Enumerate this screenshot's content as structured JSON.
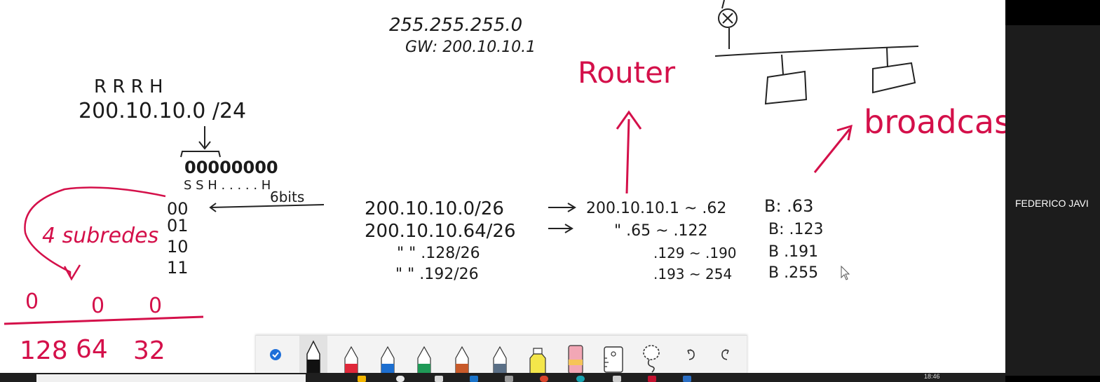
{
  "whiteboard": {
    "top_notes": {
      "mask": "255.255.255.0",
      "gateway": "GW: 200.10.10.1"
    },
    "bit_roles": "R R R H",
    "network": "200.10.10.0 /24",
    "host_octet_bits": "00000000",
    "bit_roles_below": "S S H . . . . . H",
    "subnet_bits": [
      "00",
      "01",
      "10",
      "11"
    ],
    "bits_note": "6bits",
    "subnets_note": "4 subredes",
    "bit_placeholders": [
      "0",
      "0",
      "0"
    ],
    "bit_values": [
      "128",
      "64",
      "32"
    ],
    "subnets": [
      {
        "network": "200.10.10.0/26",
        "range": "200.10.10.1 ~ .62",
        "broadcast": "B: .63"
      },
      {
        "network": "200.10.10.64/26",
        "range": "\" .65 ~ .122",
        "broadcast": "B: .123"
      },
      {
        "network": "\" \" .128/26",
        "range": ".129 ~ .190",
        "broadcast": "B .191"
      },
      {
        "network": "\" \" .192/26",
        "range": ".193 ~ 254",
        "broadcast": "B .255"
      }
    ],
    "router_label": "Router",
    "broadcast_label": "broadcast"
  },
  "participant": {
    "name": "FEDERICO JAVI"
  },
  "toolbar": {
    "tools": [
      {
        "name": "touch-writing",
        "color": "#1e6fd9"
      },
      {
        "name": "ballpoint-pen",
        "color": "#111111"
      },
      {
        "name": "pen-red",
        "color": "#e0283a"
      },
      {
        "name": "pen-blue",
        "color": "#1d6fd0"
      },
      {
        "name": "pen-green",
        "color": "#1f9a57"
      },
      {
        "name": "pen-galaxy",
        "color": "#c85a2a"
      },
      {
        "name": "pen-teal",
        "color": "#5a6f86"
      },
      {
        "name": "highlighter",
        "color": "#f4e64a"
      },
      {
        "name": "eraser",
        "color": "#f2a7b5"
      },
      {
        "name": "ruler",
        "color": "#ffffff"
      },
      {
        "name": "lasso",
        "color": "#ffffff"
      }
    ],
    "undo_label": "undo",
    "redo_label": "redo"
  },
  "taskbar": {
    "clock": "18:46"
  }
}
